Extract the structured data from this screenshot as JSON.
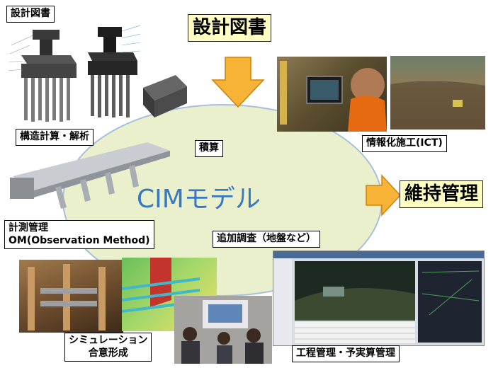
{
  "labels": {
    "design_drawings_small": "設計図書",
    "design_drawings_big": "設計図書",
    "structural_calc": "構造計算・解析",
    "estimation": "積算",
    "ict_construction": "情報化施工(ICT)",
    "cim_model": "CIMモデル",
    "maintenance": "維持管理",
    "measurement_title": "計測管理",
    "measurement_method": "OM(Observation Method)",
    "additional_survey": "追加調査（地盤など）",
    "simulation": "シミュレーション",
    "consensus": "合意形成",
    "schedule_budget": "工程管理・予実算管理"
  },
  "colors": {
    "ellipse_fill": "#eaf0cc",
    "ellipse_stroke": "#a7c0dd",
    "arrow_fill": "#f6b335",
    "arrow_stroke": "#c98410",
    "cim_text": "#3877c4",
    "highlight_fill": "#fffec2"
  },
  "icons": [
    "down-arrow-icon",
    "right-arrow-icon"
  ]
}
